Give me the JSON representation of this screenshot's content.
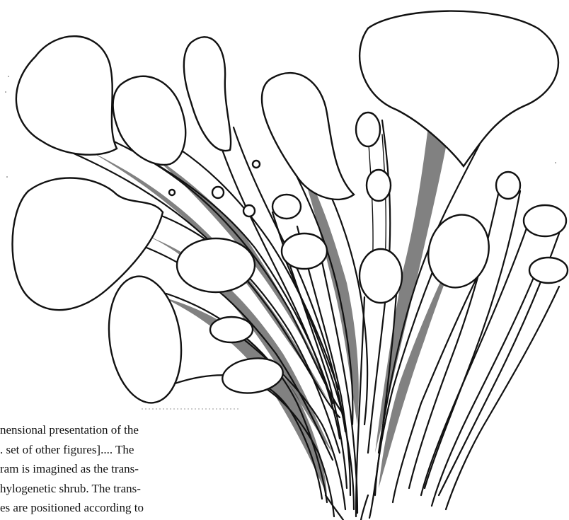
{
  "caption": {
    "lines": [
      "nensional presentation of the",
      ". set of other figures]....  The",
      "ram is imagined as the trans-",
      "hylogenetic shrub.  The trans-",
      "es are positioned according to"
    ]
  },
  "colors": {
    "ink": "#111111",
    "paper": "#ffffff"
  }
}
